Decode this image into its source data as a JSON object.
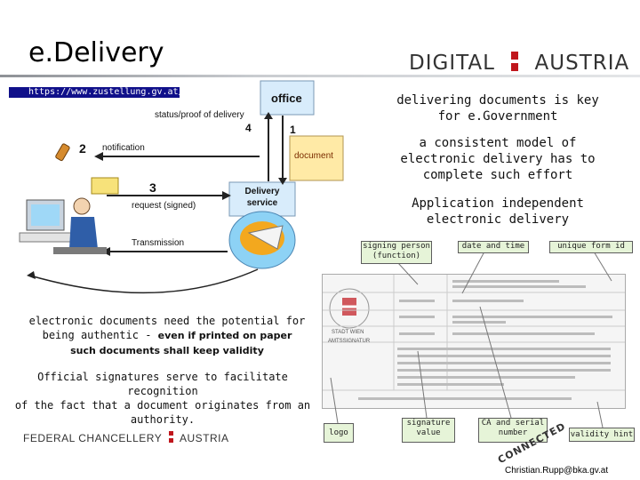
{
  "slide": {
    "title": "e.Delivery",
    "logo_top": "DIGITAL AUSTRIA",
    "logo_top_parts": [
      "DIGITAL",
      "AUSTRIA"
    ],
    "footer_logo": "FEDERAL CHANCELLERY AUSTRIA",
    "footer_logo_parts": [
      "FEDERAL CHANCELLERY",
      "AUSTRIA"
    ],
    "email": "Christian.Rupp@bka.gv.at",
    "accent_color": "#c0161c"
  },
  "diagram": {
    "url": "https://www.zustellung.gv.at/",
    "office": "office",
    "status_proof": "status/proof of delivery",
    "step4": "4",
    "step1": "1",
    "step2": "2",
    "step3": "3",
    "notification": "notification",
    "document": "document",
    "delivery_service": [
      "Delivery",
      "service"
    ],
    "request_signed": "request (signed)",
    "transmission": "Transmission"
  },
  "points": {
    "p1": [
      "delivering documents is key",
      "for e.Government"
    ],
    "p2": [
      "a consistent model of",
      "electronic delivery has to",
      "complete such effort"
    ],
    "p3": [
      "Application independent",
      "electronic delivery"
    ]
  },
  "body": {
    "para1_lines": [
      "electronic documents need the potential for",
      "being authentic - "
    ],
    "para1_bold": "even if printed on paper such documents shall keep validity",
    "para1_bold_lines": [
      "even if printed on paper",
      "such documents shall keep validity"
    ],
    "para2_lines": [
      "Official signatures serve to facilitate recognition",
      "of the fact that a document originates from an",
      "authority."
    ]
  },
  "callouts": {
    "signing_person": [
      "signing person",
      "(function)"
    ],
    "date_time": "date and time",
    "unique_form_id": "unique form id",
    "logo": "logo",
    "signature_value": [
      "signature",
      "value"
    ],
    "ca_serial": [
      "CA and serial",
      "number"
    ],
    "validity_hint": "validity hint"
  },
  "sample_document": {
    "seal_text": "STADT WIEN",
    "seal_sub": "AMTSSIGNATUR",
    "stamp": "CONNECTED"
  }
}
